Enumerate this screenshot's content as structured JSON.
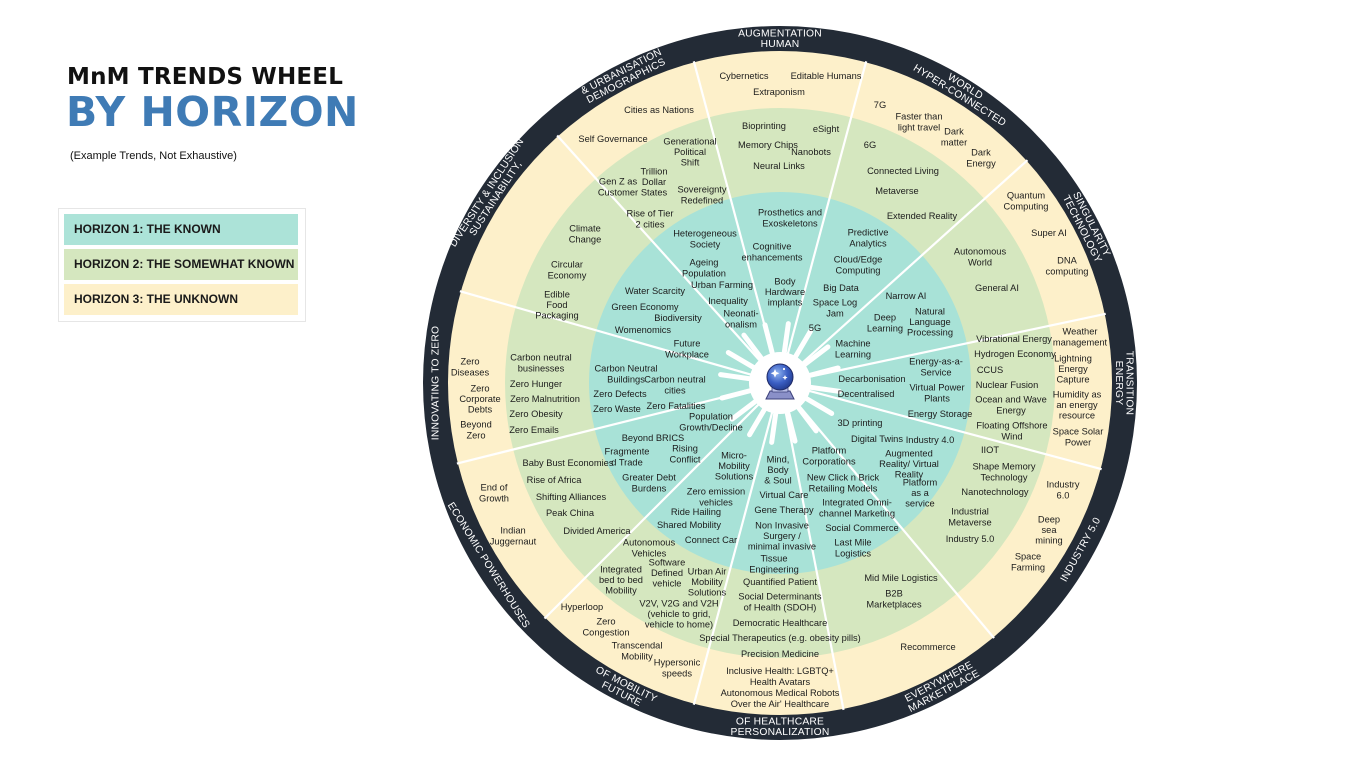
{
  "header": {
    "title_line1": "MnM TRENDS WHEEL",
    "title_line2": "BY HORIZON",
    "subtitle": "(Example Trends, Not Exhaustive)"
  },
  "legend": [
    {
      "label": "HORIZON 1: THE KNOWN",
      "color": "#ace3d8"
    },
    {
      "label": "HORIZON 2: THE SOMEWHAT KNOWN",
      "color": "#d5e7bf"
    },
    {
      "label": "HORIZON 3: THE UNKNOWN",
      "color": "#fdf0ca"
    }
  ],
  "colors": {
    "ring": "#232b36",
    "inner": "#a8e2d7",
    "middle": "#d5e7bf",
    "outer": "#fdf0ca",
    "hub": "#ffffff",
    "divider": "#ffffff"
  },
  "center_icon": "crystal-ball-icon",
  "categories": [
    {
      "name": "HUMAN AUGMENTATION",
      "lines": [
        "HUMAN",
        "AUGMENTATION"
      ]
    },
    {
      "name": "HYPER-CONNECTED WORLD",
      "lines": [
        "HYPER-CONNECTED",
        "WORLD"
      ]
    },
    {
      "name": "TECHNOLOGY SINGULARITY",
      "lines": [
        "TECHNOLOGY",
        "SINGULARITY"
      ]
    },
    {
      "name": "ENERGY TRANSITION",
      "lines": [
        "ENERGY",
        "TRANSITION"
      ]
    },
    {
      "name": "INDUSTRY 5.0",
      "lines": [
        "INDUSTRY 5.0"
      ]
    },
    {
      "name": "MARKETPLACE EVERYWHERE",
      "lines": [
        "MARKETPLACE",
        "EVERYWHERE"
      ]
    },
    {
      "name": "PERSONALIZATION OF HEALTHCARE",
      "lines": [
        "PERSONALIZATION",
        "OF HEALTHCARE"
      ]
    },
    {
      "name": "FUTURE OF MOBILITY",
      "lines": [
        "FUTURE",
        "OF MOBILITY"
      ]
    },
    {
      "name": "ECONOMIC POWERHOUSES",
      "lines": [
        "ECONOMIC POWERHOUSES"
      ]
    },
    {
      "name": "INNOVATING TO ZERO",
      "lines": [
        "INNOVATING TO ZERO"
      ]
    },
    {
      "name": "SUSTAINABILITY, DIVERSITY & INCLUSION",
      "lines": [
        "SUSTAINABILITY,",
        "DIVERSITY & INCLUSION"
      ]
    },
    {
      "name": "DEMOGRAPHICS & URBANISATION",
      "lines": [
        "DEMOGRAPHICS",
        "& URBANISATION"
      ]
    }
  ],
  "trends": [
    {
      "lines": [
        "Cybernetics"
      ]
    },
    {
      "lines": [
        "Editable Humans"
      ]
    },
    {
      "lines": [
        "Extraponism"
      ]
    },
    {
      "lines": [
        "Bioprinting"
      ]
    },
    {
      "lines": [
        "eSight"
      ]
    },
    {
      "lines": [
        "Memory Chips"
      ]
    },
    {
      "lines": [
        "Nanobots"
      ]
    },
    {
      "lines": [
        "Neural Links"
      ]
    },
    {
      "lines": [
        "Prosthetics and",
        "Exoskeletons"
      ]
    },
    {
      "lines": [
        "Cognitive",
        "enhancements"
      ]
    },
    {
      "lines": [
        "Body",
        "Hardware",
        "implants"
      ]
    },
    {
      "lines": [
        "7G"
      ]
    },
    {
      "lines": [
        "Faster than",
        "light travel"
      ]
    },
    {
      "lines": [
        "Dark",
        "matter"
      ]
    },
    {
      "lines": [
        "Dark",
        "Energy"
      ]
    },
    {
      "lines": [
        "6G"
      ]
    },
    {
      "lines": [
        "Connected Living"
      ]
    },
    {
      "lines": [
        "Metaverse"
      ]
    },
    {
      "lines": [
        "Extended Reality"
      ]
    },
    {
      "lines": [
        "Predictive",
        "Analytics"
      ]
    },
    {
      "lines": [
        "Cloud/Edge",
        "Computing"
      ]
    },
    {
      "lines": [
        "Big Data"
      ]
    },
    {
      "lines": [
        "Space Log",
        "Jam"
      ]
    },
    {
      "lines": [
        "5G"
      ]
    },
    {
      "lines": [
        "Quantum",
        "Computing"
      ]
    },
    {
      "lines": [
        "Super AI"
      ]
    },
    {
      "lines": [
        "DNA",
        "computing"
      ]
    },
    {
      "lines": [
        "Autonomous",
        "World"
      ]
    },
    {
      "lines": [
        "General AI"
      ]
    },
    {
      "lines": [
        "Narrow AI"
      ]
    },
    {
      "lines": [
        "Natural",
        "Language",
        "Processing"
      ]
    },
    {
      "lines": [
        "Deep",
        "Learning"
      ]
    },
    {
      "lines": [
        "Machine",
        "Learning"
      ]
    },
    {
      "lines": [
        "Weather",
        "management"
      ]
    },
    {
      "lines": [
        "Lightning",
        "Energy",
        "Capture"
      ]
    },
    {
      "lines": [
        "Humidity as",
        "an energy",
        "resource"
      ]
    },
    {
      "lines": [
        "Space Solar",
        "Power"
      ]
    },
    {
      "lines": [
        "Vibrational Energy"
      ]
    },
    {
      "lines": [
        "Hydrogen Economy"
      ]
    },
    {
      "lines": [
        "CCUS"
      ]
    },
    {
      "lines": [
        "Nuclear Fusion"
      ]
    },
    {
      "lines": [
        "Ocean and Wave",
        "Energy"
      ]
    },
    {
      "lines": [
        "Floating Offshore",
        "Wind"
      ]
    },
    {
      "lines": [
        "Energy-as-a-",
        "Service"
      ]
    },
    {
      "lines": [
        "Virtual Power",
        "Plants"
      ]
    },
    {
      "lines": [
        "Energy Storage"
      ]
    },
    {
      "lines": [
        "Decarbonisation"
      ]
    },
    {
      "lines": [
        "Decentralised"
      ]
    },
    {
      "lines": [
        "Industry",
        "6.0"
      ]
    },
    {
      "lines": [
        "Deep",
        "sea",
        "mining"
      ]
    },
    {
      "lines": [
        "Space",
        "Farming"
      ]
    },
    {
      "lines": [
        "IIOT"
      ]
    },
    {
      "lines": [
        "Shape Memory",
        "Technology"
      ]
    },
    {
      "lines": [
        "Nanotechnology"
      ]
    },
    {
      "lines": [
        "Industrial",
        "Metaverse"
      ]
    },
    {
      "lines": [
        "Industry 5.0"
      ]
    },
    {
      "lines": [
        "3D printing"
      ]
    },
    {
      "lines": [
        "Digital Twins"
      ]
    },
    {
      "lines": [
        "Industry 4.0"
      ]
    },
    {
      "lines": [
        "Augmented",
        "Reality/ Virtual",
        "Reality"
      ]
    },
    {
      "lines": [
        "Platform",
        "as a",
        "service"
      ]
    },
    {
      "lines": [
        "Recommerce"
      ]
    },
    {
      "lines": [
        "Mid Mile Logistics"
      ]
    },
    {
      "lines": [
        "B2B",
        "Marketplaces"
      ]
    },
    {
      "lines": [
        "Platform",
        "Corporations"
      ]
    },
    {
      "lines": [
        "New Click n Brick",
        "Retailing Models"
      ]
    },
    {
      "lines": [
        "Integrated Omni-",
        "channel Marketing"
      ]
    },
    {
      "lines": [
        "Social Commerce"
      ]
    },
    {
      "lines": [
        "Last Mile",
        "Logistics"
      ]
    },
    {
      "lines": [
        "Inclusive Health: LGBTQ+"
      ]
    },
    {
      "lines": [
        "Health Avatars"
      ]
    },
    {
      "lines": [
        "Autonomous Medical Robots"
      ]
    },
    {
      "lines": [
        "Over the Air' Healthcare"
      ]
    },
    {
      "lines": [
        "Quantified Patient"
      ]
    },
    {
      "lines": [
        "Social Determinants",
        "of Health (SDOH)"
      ]
    },
    {
      "lines": [
        "Democratic Healthcare"
      ]
    },
    {
      "lines": [
        "Special Therapeutics (e.g. obesity pills)"
      ]
    },
    {
      "lines": [
        "Precision Medicine"
      ]
    },
    {
      "lines": [
        "Mind,",
        "Body",
        "& Soul"
      ]
    },
    {
      "lines": [
        "Virtual Care"
      ]
    },
    {
      "lines": [
        "Gene Therapy"
      ]
    },
    {
      "lines": [
        "Non Invasive",
        "Surgery /",
        "minimal invasive"
      ]
    },
    {
      "lines": [
        "Tissue",
        "Engineering"
      ]
    },
    {
      "lines": [
        "Hyperloop"
      ]
    },
    {
      "lines": [
        "Zero",
        "Congestion"
      ]
    },
    {
      "lines": [
        "Transcendal",
        "Mobility"
      ]
    },
    {
      "lines": [
        "Hypersonic",
        "speeds"
      ]
    },
    {
      "lines": [
        "Integrated",
        "bed to bed",
        "Mobility"
      ]
    },
    {
      "lines": [
        "Software",
        "Defined",
        "vehicle"
      ]
    },
    {
      "lines": [
        "Urban Air",
        "Mobility",
        "Solutions"
      ]
    },
    {
      "lines": [
        "V2V, V2G and V2H",
        "(vehicle to grid,",
        "vehicle to home)"
      ]
    },
    {
      "lines": [
        "Micro-",
        "Mobility",
        "Solutions"
      ]
    },
    {
      "lines": [
        "Zero emission",
        "vehicles"
      ]
    },
    {
      "lines": [
        "Ride Hailing"
      ]
    },
    {
      "lines": [
        "Shared Mobility"
      ]
    },
    {
      "lines": [
        "Connect Car"
      ]
    },
    {
      "lines": [
        "Autonomous",
        "Vehicles"
      ]
    },
    {
      "lines": [
        "End of",
        "Growth"
      ]
    },
    {
      "lines": [
        "Indian",
        "Juggernaut"
      ]
    },
    {
      "lines": [
        "Baby Bust Economies"
      ]
    },
    {
      "lines": [
        "Rise of Africa"
      ]
    },
    {
      "lines": [
        "Shifting Alliances"
      ]
    },
    {
      "lines": [
        "Peak China"
      ]
    },
    {
      "lines": [
        "Divided America"
      ]
    },
    {
      "lines": [
        "Beyond BRICS"
      ]
    },
    {
      "lines": [
        "Fragmente",
        "d Trade"
      ]
    },
    {
      "lines": [
        "Rising",
        "Conflict"
      ]
    },
    {
      "lines": [
        "Greater Debt",
        "Burdens"
      ]
    },
    {
      "lines": [
        "Zero",
        "Diseases"
      ]
    },
    {
      "lines": [
        "Zero",
        "Corporate",
        "Debts"
      ]
    },
    {
      "lines": [
        "Beyond",
        "Zero"
      ]
    },
    {
      "lines": [
        "Carbon neutral",
        "businesses"
      ]
    },
    {
      "lines": [
        "Zero Hunger"
      ]
    },
    {
      "lines": [
        "Zero Malnutrition"
      ]
    },
    {
      "lines": [
        "Zero Obesity"
      ]
    },
    {
      "lines": [
        "Zero Emails"
      ]
    },
    {
      "lines": [
        "Carbon Neutral",
        "Buildings"
      ]
    },
    {
      "lines": [
        "Carbon neutral",
        "cities"
      ]
    },
    {
      "lines": [
        "Zero Defects"
      ]
    },
    {
      "lines": [
        "Zero Waste"
      ]
    },
    {
      "lines": [
        "Zero Fatalities"
      ]
    },
    {
      "lines": [
        "Population",
        "Growth/Decline"
      ]
    },
    {
      "lines": [
        "Climate",
        "Change"
      ]
    },
    {
      "lines": [
        "Circular",
        "Economy"
      ]
    },
    {
      "lines": [
        "Edible",
        "Food",
        "Packaging"
      ]
    },
    {
      "lines": [
        "Water Scarcity"
      ]
    },
    {
      "lines": [
        "Green Economy"
      ]
    },
    {
      "lines": [
        "Biodiversity"
      ]
    },
    {
      "lines": [
        "Womenomics"
      ]
    },
    {
      "lines": [
        "Future",
        "Workplace"
      ]
    },
    {
      "lines": [
        "Neonati-",
        "onalism"
      ]
    },
    {
      "lines": [
        "Cities as Nations"
      ]
    },
    {
      "lines": [
        "Self Governance"
      ]
    },
    {
      "lines": [
        "Generational",
        "Political",
        "Shift"
      ]
    },
    {
      "lines": [
        "Trillion",
        "Dollar",
        "States"
      ]
    },
    {
      "lines": [
        "Gen Z as",
        "Customer"
      ]
    },
    {
      "lines": [
        "Sovereignty",
        "Redefined"
      ]
    },
    {
      "lines": [
        "Rise of Tier",
        "2 cities"
      ]
    },
    {
      "lines": [
        "Heterogeneous",
        "Society"
      ]
    },
    {
      "lines": [
        "Ageing",
        "Population"
      ]
    },
    {
      "lines": [
        "Urban Farming"
      ]
    },
    {
      "lines": [
        "Inequality"
      ]
    }
  ]
}
